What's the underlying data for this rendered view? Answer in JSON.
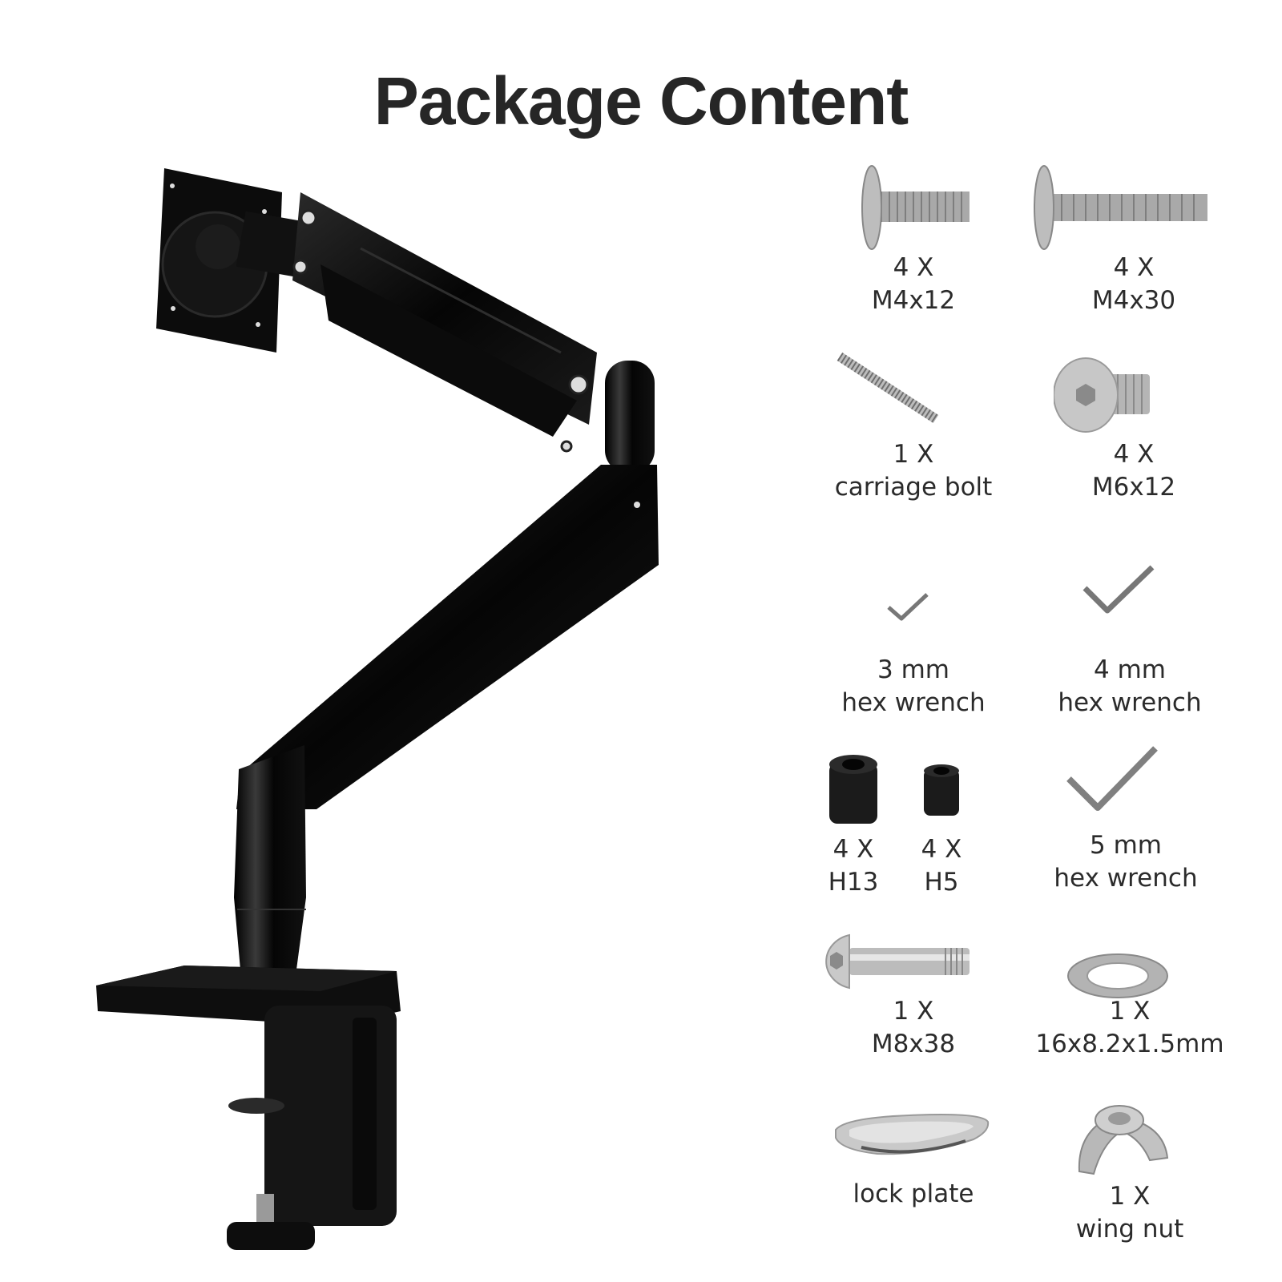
{
  "title": "Package Content",
  "product": {
    "name": "monitor-arm",
    "color": "#0a0a0a"
  },
  "items": [
    {
      "id": "m4x12",
      "qty": "4 X",
      "name": "M4x12"
    },
    {
      "id": "m4x30",
      "qty": "4 X",
      "name": "M4x30"
    },
    {
      "id": "carriage-bolt",
      "qty": "1 X",
      "name": "carriage bolt"
    },
    {
      "id": "m6x12",
      "qty": "4 X",
      "name": "M6x12"
    },
    {
      "id": "hex3",
      "qty": "3 mm",
      "name": "hex wrench"
    },
    {
      "id": "hex4",
      "qty": "4 mm",
      "name": "hex wrench"
    },
    {
      "id": "h13",
      "qty": "4 X",
      "name": "H13"
    },
    {
      "id": "h5",
      "qty": "4 X",
      "name": "H5"
    },
    {
      "id": "hex5",
      "qty": "5 mm",
      "name": "hex wrench"
    },
    {
      "id": "m8x38",
      "qty": "1 X",
      "name": "M8x38"
    },
    {
      "id": "washer",
      "qty": "1 X",
      "name": "16x8.2x1.5mm"
    },
    {
      "id": "lock-plate",
      "qty": "",
      "name": "lock plate"
    },
    {
      "id": "wing-nut",
      "qty": "1 X",
      "name": "wing nut"
    }
  ],
  "colors": {
    "text": "#2b2b2b",
    "metal": "#b8b8b8",
    "metal_dark": "#7a7a7a",
    "black": "#0a0a0a"
  }
}
